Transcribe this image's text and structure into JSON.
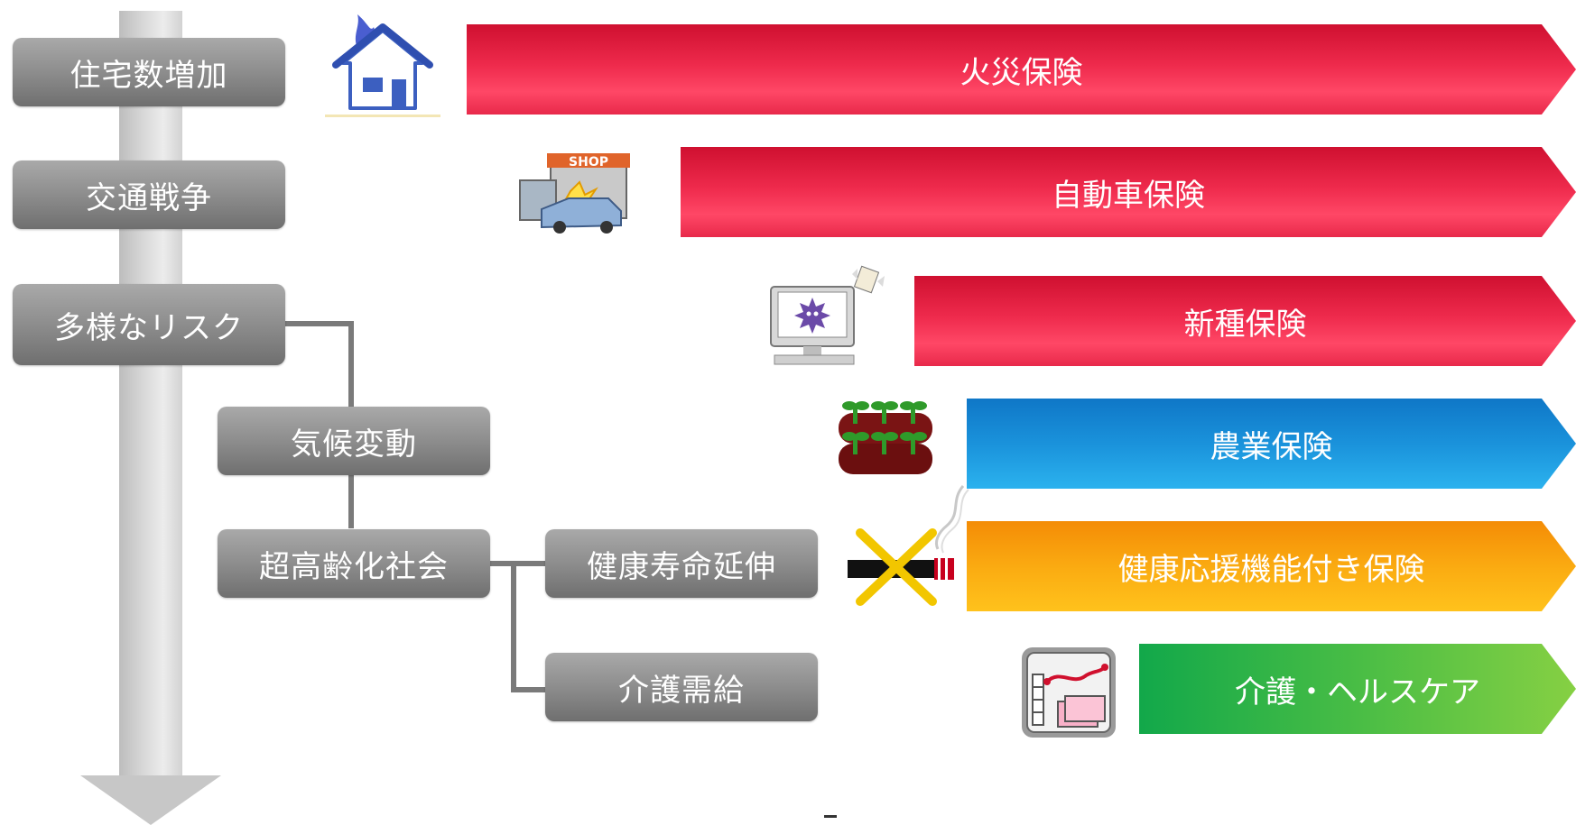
{
  "timeline": {
    "trends": [
      {
        "label": "住宅数増加"
      },
      {
        "label": "交通戦争"
      },
      {
        "label": "多様なリスク"
      }
    ],
    "sub_trends": [
      {
        "label": "気候変動"
      },
      {
        "label": "超高齢化社会"
      }
    ],
    "aging_branches": [
      {
        "label": "健康寿命延伸"
      },
      {
        "label": "介護需給"
      }
    ]
  },
  "products": [
    {
      "label": "火災保険",
      "color": "#e8294a",
      "icon": "house-fire-icon"
    },
    {
      "label": "自動車保険",
      "color": "#e8294a",
      "icon": "car-crash-shop-icon"
    },
    {
      "label": "新種保険",
      "color": "#e8294a",
      "icon": "computer-virus-icon"
    },
    {
      "label": "農業保険",
      "color": "#1a92db",
      "icon": "seedlings-icon"
    },
    {
      "label": "健康応援機能付き保険",
      "color": "#fbad12",
      "icon": "no-smoking-icon"
    },
    {
      "label": "介護・ヘルスケア",
      "color": "#49bd45",
      "icon": "health-monitor-icon"
    }
  ],
  "illustrations": {
    "shop_sign": "SHOP"
  }
}
